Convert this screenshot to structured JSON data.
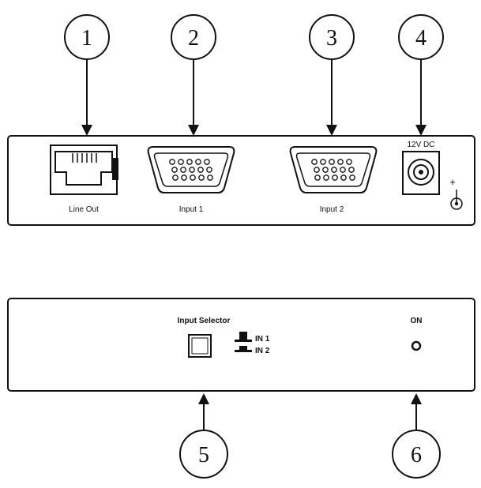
{
  "callouts": {
    "c1": "1",
    "c2": "2",
    "c3": "3",
    "c4": "4",
    "c5": "5",
    "c6": "6"
  },
  "rear_panel": {
    "line_out": "Line Out",
    "input_1": "Input 1",
    "input_2": "Input 2",
    "power_label": "12V DC",
    "polarity_plus": "+"
  },
  "front_panel": {
    "input_selector": "Input Selector",
    "in_1": "IN 1",
    "in_2": "IN 2",
    "on_label": "ON"
  },
  "colors": {
    "stroke": "#111111",
    "background": "#ffffff"
  }
}
